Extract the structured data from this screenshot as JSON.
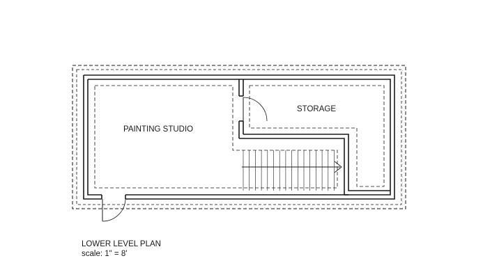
{
  "rooms": {
    "studio_label": "PAINTING STUDIO",
    "storage_label": "STORAGE"
  },
  "caption": {
    "title": "LOWER LEVEL PLAN",
    "scale": "scale:  1\" = 8'"
  },
  "colors": {
    "line": "#1a1a1a",
    "wall_fill": "#d9d9d9",
    "background": "#ffffff"
  }
}
